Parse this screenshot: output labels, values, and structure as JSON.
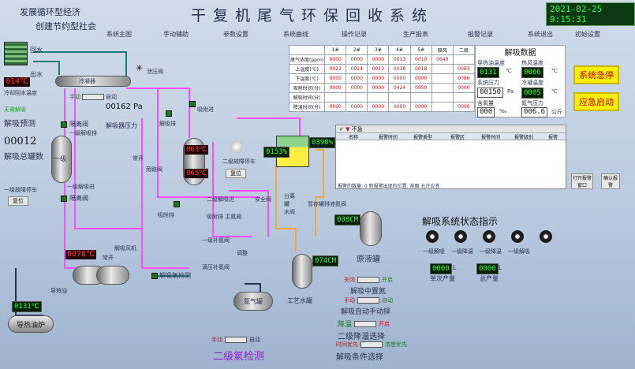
{
  "header": {
    "slogan1": "发展循环型经济",
    "slogan2": "创建节约型社会",
    "title": "干复机尾气环保回收系统",
    "datetime": "2021-02-25 9:15:31"
  },
  "menu": [
    "系统主图",
    "手动辅助",
    "参数设置",
    "系统曲线",
    "操作记录",
    "生产报表",
    "报警记录",
    "系统退出",
    "初始设置"
  ],
  "table": {
    "cols": [
      "1#",
      "2#",
      "3#",
      "4#",
      "5#",
      "原风",
      "二级"
    ],
    "rows": [
      {
        "label": "尾气浓度(ppm)",
        "vals": [
          "0000",
          "0000",
          "0000",
          "0013",
          "0010",
          "0649",
          ""
        ]
      },
      {
        "label": "上温度(℃)",
        "vals": [
          "0022",
          "0014",
          "0013",
          "0018",
          "0018",
          "",
          "0063"
        ]
      },
      {
        "label": "下温度(℃)",
        "vals": [
          "0000",
          "0000",
          "0000",
          "0000",
          "0000",
          "",
          "0086"
        ]
      },
      {
        "label": "吸附时间(分)",
        "vals": [
          "0000",
          "0000",
          "0000",
          "0424",
          "0950",
          "",
          "0000"
        ]
      },
      {
        "label": "解吸时间(分)",
        "vals": [
          "",
          "",
          "",
          "",
          "",
          "",
          ""
        ]
      },
      {
        "label": "降温时间(分)",
        "vals": [
          "0000",
          "0000",
          "0000",
          "0000",
          "0000",
          "",
          "0000"
        ]
      }
    ]
  },
  "desorb": {
    "title": "解吸数据",
    "items": [
      {
        "label": "导热油温度",
        "value": "0131",
        "unit": "℃"
      },
      {
        "label": "热风温度",
        "value": "0066",
        "unit": "℃"
      },
      {
        "label": "系统压力",
        "value": "00150",
        "unit": "Pa"
      },
      {
        "label": "冷凝温度",
        "value": "0005",
        "unit": "℃"
      },
      {
        "label": "含氧量",
        "value": "000",
        "unit": "‰"
      },
      {
        "label": "氮气压力",
        "value": "006.6",
        "unit": "公斤"
      }
    ]
  },
  "buttons": {
    "emergency_stop": "系统急停",
    "emergency_start": "应急启动",
    "reset": "复位",
    "open_alarm": "打开报警窗口",
    "confirm_alarm": "确认报警"
  },
  "alarm": {
    "toolbar": "不急",
    "headers": [
      "名称",
      "报警时间",
      "报警类型",
      "报警区",
      "报警时间",
      "报警级别",
      "报警"
    ],
    "status": "报警的数量: 0  新报警出现的位置: 前面  允许应答"
  },
  "left": {
    "cooling_label": "冷却回水温度",
    "cooling_temp": "014℃",
    "warn_text": "无需解吸",
    "predict": "解吸预测",
    "total_count": "00012",
    "total_label": "解吸总罐数",
    "stage1_fault": "一级故障停车",
    "reset": "复位",
    "oil_temp": "0131℃",
    "oil_label": "导热油炉",
    "hot_air_temp": "0078℃",
    "stage2_fault": "二级故障停车"
  },
  "labels": {
    "circ_water": "回水",
    "out_water": "出水",
    "condenser": "冷凝器",
    "pressure_valve": "泄压阀",
    "pressure_val": "00162 Pa",
    "desorb_pressure": "解吸器压力",
    "isolation1": "隔离阀",
    "stage1_desorb": "一级解吸排",
    "stage1": "一级",
    "isolation2": "隔离阀",
    "stage1_desorb_in": "一级解吸进",
    "desorb_exhaust": "解吸排",
    "adsorb_in": "吸附进",
    "adsorb_out": "吸附排",
    "bypass": "旁路阀",
    "normally_open": "常开",
    "temp1": "063℃",
    "temp2": "065℃",
    "stage2_desorb_in": "二级解吸进",
    "adsorb_main": "吸附排 主氮阀",
    "stage2_desorb_out": "一级补氮阀",
    "desorb_in2": "解吸进",
    "desorb_fan": "解吸风机",
    "safety": "安全阀",
    "separator": "分离罐",
    "water": "水阀",
    "trim": "调整",
    "bypass_n2": "滴压补氮阀",
    "normally_open2": "常开",
    "oxygen_detect": "解吸氧检测",
    "nitrogen_tank": "氮气罐",
    "tank_level1": "0153%",
    "tank_level2": "0398%",
    "stock_level": "008CM",
    "stock_tank": "原液罐",
    "process_tank": "工艺水罐",
    "process_level": "074CM",
    "temp_guide": "导热油",
    "manual": "手动",
    "auto": "自动",
    "stage2_oxygen": "二级氧检测",
    "separator_label": "暂存罐排液氮阀"
  },
  "status_panel": {
    "title": "解吸系统状态指示",
    "lights": [
      "一级解吸",
      "一级降温",
      "一级降温",
      "一级解吸"
    ],
    "single_output": "0000",
    "single_label": "单次产量",
    "total_output": "0000",
    "total_label": "总产量",
    "unit": "L"
  },
  "selectors": [
    {
      "label": "解吸中置氮",
      "on": "关闭",
      "off": "开启"
    },
    {
      "label": "解吸自动手动择",
      "on": "手动",
      "off": "自动"
    },
    {
      "label": "二级降温选择",
      "on": "降温",
      "off": "开启"
    },
    {
      "label": "解吸条件选择",
      "on": "时间优先",
      "off": "浓度优先"
    }
  ]
}
